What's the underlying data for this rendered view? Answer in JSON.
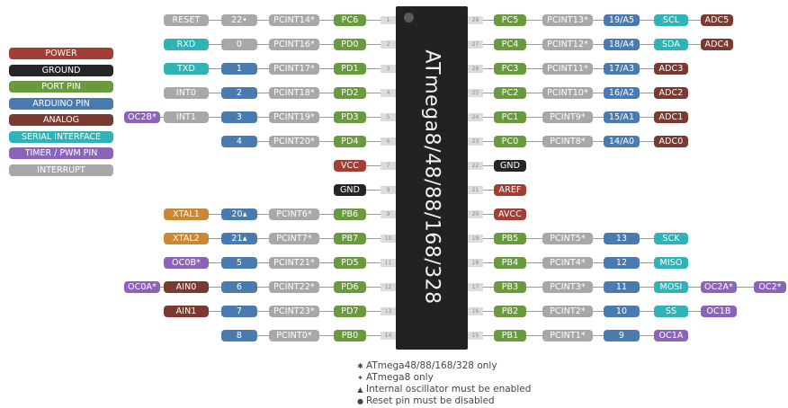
{
  "colors": {
    "power": "#a23e34",
    "ground": "#262626",
    "port": "#6a9a3e",
    "arduino": "#4a7bb0",
    "analog": "#7a3a32",
    "serial": "#2fb3b6",
    "pwm": "#8b63b8",
    "interrupt": "#a8a8a8",
    "xtal": "#c98834",
    "wire": "#9a9a9a"
  },
  "legend": [
    {
      "label": "POWER",
      "cat": "power"
    },
    {
      "label": "GROUND",
      "cat": "ground"
    },
    {
      "label": "PORT PIN",
      "cat": "port"
    },
    {
      "label": "ARDUINO PIN",
      "cat": "arduino"
    },
    {
      "label": "ANALOG",
      "cat": "analog"
    },
    {
      "label": "SERIAL INTERFACE",
      "cat": "serial"
    },
    {
      "label": "TIMER / PWM PIN",
      "cat": "pwm"
    },
    {
      "label": "INTERRUPT",
      "cat": "interrupt"
    }
  ],
  "chip": {
    "label": "ATmega8/48/88/168/328"
  },
  "left_pins": [
    {
      "pin": "1",
      "port": {
        "text": "PC6",
        "cat": "port"
      },
      "pcint": "PCINT14*",
      "ard": {
        "text": "22•",
        "cat": "interrupt"
      },
      "extra": [
        {
          "text": "RESET",
          "cat": "interrupt"
        }
      ]
    },
    {
      "pin": "2",
      "port": {
        "text": "PD0",
        "cat": "port"
      },
      "pcint": "PCINT16*",
      "ard": {
        "text": "0",
        "cat": "interrupt"
      },
      "extra": [
        {
          "text": "RXD",
          "cat": "serial"
        }
      ]
    },
    {
      "pin": "3",
      "port": {
        "text": "PD1",
        "cat": "port"
      },
      "pcint": "PCINT17*",
      "ard": {
        "text": "1",
        "cat": "arduino"
      },
      "extra": [
        {
          "text": "TXD",
          "cat": "serial"
        }
      ]
    },
    {
      "pin": "4",
      "port": {
        "text": "PD2",
        "cat": "port"
      },
      "pcint": "PCINT18*",
      "ard": {
        "text": "2",
        "cat": "arduino"
      },
      "extra": [
        {
          "text": "INT0",
          "cat": "interrupt"
        }
      ]
    },
    {
      "pin": "5",
      "port": {
        "text": "PD3",
        "cat": "port"
      },
      "pcint": "PCINT19*",
      "ard": {
        "text": "3",
        "cat": "arduino"
      },
      "extra": [
        {
          "text": "INT1",
          "cat": "interrupt"
        },
        {
          "text": "OC2B*",
          "cat": "pwm"
        }
      ]
    },
    {
      "pin": "6",
      "port": {
        "text": "PD4",
        "cat": "port"
      },
      "pcint": "PCINT20*",
      "ard": {
        "text": "4",
        "cat": "arduino"
      },
      "extra": []
    },
    {
      "pin": "7",
      "port": {
        "text": "VCC",
        "cat": "power"
      },
      "pcint": "",
      "ard": null,
      "extra": []
    },
    {
      "pin": "8",
      "port": {
        "text": "GND",
        "cat": "ground"
      },
      "pcint": "",
      "ard": null,
      "extra": []
    },
    {
      "pin": "9",
      "port": {
        "text": "PB6",
        "cat": "port"
      },
      "pcint": "PCINT6*",
      "ard": {
        "text": "20▴",
        "cat": "arduino"
      },
      "extra": [
        {
          "text": "XTAL1",
          "cat": "xtal"
        }
      ]
    },
    {
      "pin": "10",
      "port": {
        "text": "PB7",
        "cat": "port"
      },
      "pcint": "PCINT7*",
      "ard": {
        "text": "21▴",
        "cat": "arduino"
      },
      "extra": [
        {
          "text": "XTAL2",
          "cat": "xtal"
        }
      ]
    },
    {
      "pin": "11",
      "port": {
        "text": "PD5",
        "cat": "port"
      },
      "pcint": "PCINT21*",
      "ard": {
        "text": "5",
        "cat": "arduino"
      },
      "extra": [
        {
          "text": "OC0B*",
          "cat": "pwm"
        }
      ]
    },
    {
      "pin": "12",
      "port": {
        "text": "PD6",
        "cat": "port"
      },
      "pcint": "PCINT22*",
      "ard": {
        "text": "6",
        "cat": "arduino"
      },
      "extra": [
        {
          "text": "AIN0",
          "cat": "analog"
        },
        {
          "text": "OC0A*",
          "cat": "pwm"
        }
      ]
    },
    {
      "pin": "13",
      "port": {
        "text": "PD7",
        "cat": "port"
      },
      "pcint": "PCINT23*",
      "ard": {
        "text": "7",
        "cat": "arduino"
      },
      "extra": [
        {
          "text": "AIN1",
          "cat": "analog"
        }
      ]
    },
    {
      "pin": "14",
      "port": {
        "text": "PB0",
        "cat": "port"
      },
      "pcint": "PCINT0*",
      "ard": {
        "text": "8",
        "cat": "arduino"
      },
      "extra": []
    }
  ],
  "right_pins": [
    {
      "pin": "28",
      "port": {
        "text": "PC5",
        "cat": "port"
      },
      "pcint": "PCINT13*",
      "ard": {
        "text": "19/A5",
        "cat": "arduino"
      },
      "extra": [
        {
          "text": "SCL",
          "cat": "serial"
        },
        {
          "text": "ADC5",
          "cat": "analog"
        }
      ]
    },
    {
      "pin": "27",
      "port": {
        "text": "PC4",
        "cat": "port"
      },
      "pcint": "PCINT12*",
      "ard": {
        "text": "18/A4",
        "cat": "arduino"
      },
      "extra": [
        {
          "text": "SDA",
          "cat": "serial"
        },
        {
          "text": "ADC4",
          "cat": "analog"
        }
      ]
    },
    {
      "pin": "26",
      "port": {
        "text": "PC3",
        "cat": "port"
      },
      "pcint": "PCINT11*",
      "ard": {
        "text": "17/A3",
        "cat": "arduino"
      },
      "extra": [
        {
          "text": "ADC3",
          "cat": "analog"
        }
      ]
    },
    {
      "pin": "25",
      "port": {
        "text": "PC2",
        "cat": "port"
      },
      "pcint": "PCINT10*",
      "ard": {
        "text": "16/A2",
        "cat": "arduino"
      },
      "extra": [
        {
          "text": "ADC2",
          "cat": "analog"
        }
      ]
    },
    {
      "pin": "24",
      "port": {
        "text": "PC1",
        "cat": "port"
      },
      "pcint": "PCINT9*",
      "ard": {
        "text": "15/A1",
        "cat": "arduino"
      },
      "extra": [
        {
          "text": "ADC1",
          "cat": "analog"
        }
      ]
    },
    {
      "pin": "23",
      "port": {
        "text": "PC0",
        "cat": "port"
      },
      "pcint": "PCINT8*",
      "ard": {
        "text": "14/A0",
        "cat": "arduino"
      },
      "extra": [
        {
          "text": "ADC0",
          "cat": "analog"
        }
      ]
    },
    {
      "pin": "22",
      "port": {
        "text": "GND",
        "cat": "ground"
      },
      "pcint": "",
      "ard": null,
      "extra": []
    },
    {
      "pin": "21",
      "port": {
        "text": "AREF",
        "cat": "power"
      },
      "pcint": "",
      "ard": null,
      "extra": []
    },
    {
      "pin": "20",
      "port": {
        "text": "AVCC",
        "cat": "power"
      },
      "pcint": "",
      "ard": null,
      "extra": []
    },
    {
      "pin": "19",
      "port": {
        "text": "PB5",
        "cat": "port"
      },
      "pcint": "PCINT5*",
      "ard": {
        "text": "13",
        "cat": "arduino"
      },
      "extra": [
        {
          "text": "SCK",
          "cat": "serial"
        }
      ]
    },
    {
      "pin": "18",
      "port": {
        "text": "PB4",
        "cat": "port"
      },
      "pcint": "PCINT4*",
      "ard": {
        "text": "12",
        "cat": "arduino"
      },
      "extra": [
        {
          "text": "MISO",
          "cat": "serial"
        }
      ]
    },
    {
      "pin": "17",
      "port": {
        "text": "PB3",
        "cat": "port"
      },
      "pcint": "PCINT3*",
      "ard": {
        "text": "11",
        "cat": "arduino"
      },
      "extra": [
        {
          "text": "MOSI",
          "cat": "serial"
        },
        {
          "text": "OC2A*",
          "cat": "pwm"
        },
        {
          "text": "OC2*",
          "cat": "pwm"
        }
      ]
    },
    {
      "pin": "16",
      "port": {
        "text": "PB2",
        "cat": "port"
      },
      "pcint": "PCINT2*",
      "ard": {
        "text": "10",
        "cat": "arduino"
      },
      "extra": [
        {
          "text": "SS",
          "cat": "serial"
        },
        {
          "text": "OC1B",
          "cat": "pwm"
        }
      ]
    },
    {
      "pin": "15",
      "port": {
        "text": "PB1",
        "cat": "port"
      },
      "pcint": "PCINT1*",
      "ard": {
        "text": "9",
        "cat": "arduino"
      },
      "extra": [
        {
          "text": "OC1A",
          "cat": "pwm"
        }
      ]
    }
  ],
  "notes": [
    {
      "marker": "✱",
      "text": "ATmega48/88/168/328 only"
    },
    {
      "marker": "✦",
      "text": "ATmega8 only"
    },
    {
      "marker": "▲",
      "text": "Internal oscillator must be enabled"
    },
    {
      "marker": "●",
      "text": "Reset pin must be disabled"
    }
  ]
}
